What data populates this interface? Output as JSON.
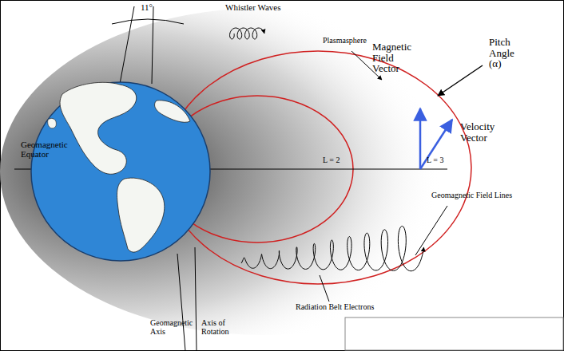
{
  "diagram": {
    "labels": [
      "11°",
      "Whistler Waves",
      "Plasmasphere",
      "Magnetic Field Vector",
      "Pitch Angle (α)",
      "Velocity Vector",
      "Geomagnetic Equator",
      "L = 2",
      "L = 3",
      "Geomagnetic Field Lines",
      "Radiation Belt Electrons",
      "Geomagnetic Axis",
      "Axis of Rotation"
    ]
  }
}
